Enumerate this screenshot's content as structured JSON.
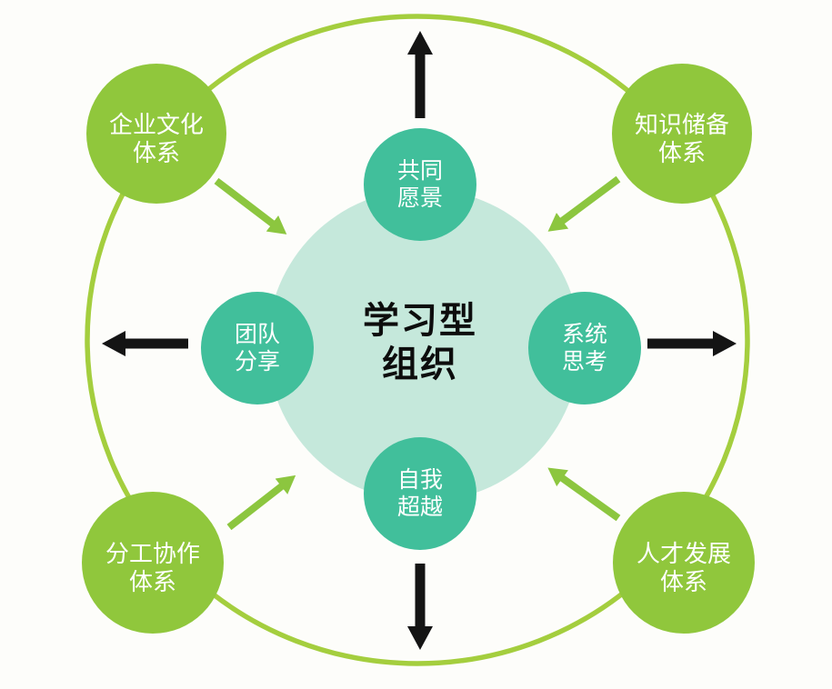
{
  "diagram": {
    "center": {
      "line1": "学习型",
      "line2": "组织"
    },
    "inner_nodes": [
      {
        "id": "shared-vision",
        "line1": "共同",
        "line2": "愿景"
      },
      {
        "id": "systems-thinking",
        "line1": "系统",
        "line2": "思考"
      },
      {
        "id": "self-transcendence",
        "line1": "自我",
        "line2": "超越"
      },
      {
        "id": "team-sharing",
        "line1": "团队",
        "line2": "分享"
      }
    ],
    "outer_nodes": [
      {
        "id": "corporate-culture",
        "line1": "企业文化",
        "line2": "体系"
      },
      {
        "id": "knowledge-reserve",
        "line1": "知识储备",
        "line2": "体系"
      },
      {
        "id": "division-collaboration",
        "line1": "分工协作",
        "line2": "体系"
      },
      {
        "id": "talent-development",
        "line1": "人才发展",
        "line2": "体系"
      }
    ],
    "colors": {
      "outer_ring": "#a4ce3e",
      "outer_node_fill": "#90c73c",
      "inner_node_fill": "#41bf9b",
      "center_fill": "#c5e8db",
      "inward_arrow": "#8cc63f",
      "outward_arrow": "#141414",
      "node_text": "#ffffff",
      "center_text": "#0d0d0d",
      "background": "#fdfdfa"
    }
  }
}
